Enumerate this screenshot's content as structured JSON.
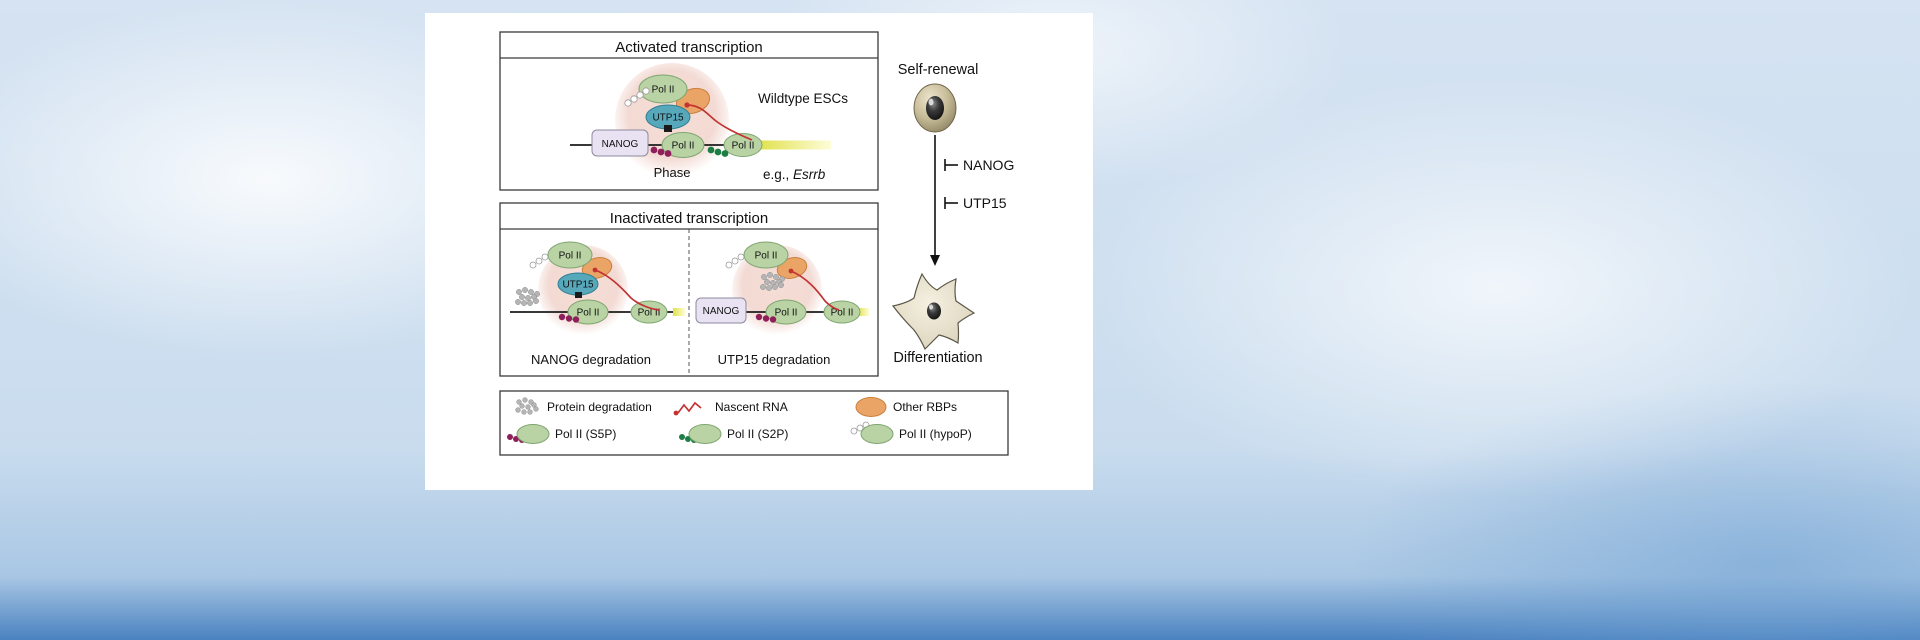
{
  "activated": {
    "title": "Activated transcription",
    "wildtype_label": "Wildtype ESCs",
    "phase_label": "Phase",
    "example_prefix": "e.g., ",
    "example_gene": "Esrrb",
    "pol2_top": "Pol II",
    "utp15": "UTP15",
    "nanog": "NANOG",
    "pol2_gene_left": "Pol II",
    "pol2_gene_right": "Pol II"
  },
  "inactivated": {
    "title": "Inactivated transcription",
    "nanog_deg": {
      "caption": "NANOG degradation",
      "pol2_top": "Pol II",
      "utp15": "UTP15",
      "pol2_gene_left": "Pol II",
      "pol2_gene_right": "Pol II"
    },
    "utp15_deg": {
      "caption": "UTP15 degradation",
      "pol2_top": "Pol II",
      "nanog": "NANOG",
      "pol2_gene_left": "Pol II",
      "pol2_gene_right": "Pol II"
    }
  },
  "legend": {
    "items": [
      {
        "icon": "protein-degradation-icon",
        "label": "Protein degradation"
      },
      {
        "icon": "nascent-rna-icon",
        "label": "Nascent RNA"
      },
      {
        "icon": "other-rbps-icon",
        "label": "Other RBPs"
      },
      {
        "icon": "pol2-s5p-icon",
        "label": "Pol II (S5P)"
      },
      {
        "icon": "pol2-s2p-icon",
        "label": "Pol II (S2P)"
      },
      {
        "icon": "pol2-hypop-icon",
        "label": "Pol II (hypoP)"
      }
    ]
  },
  "pathway": {
    "self_renewal": "Self-renewal",
    "inhibitor_1": "NANOG",
    "inhibitor_2": "UTP15",
    "differentiation": "Differentiation"
  },
  "colors": {
    "pol2_green": "#b9d3a4",
    "utp15_teal": "#58a8bb",
    "rbp_orange": "#eaa465",
    "nanog_lavender": "#e8e2f2",
    "condensate_pink": "#f1d4cc",
    "s5p_dot": "#8e1f5a",
    "s2p_dot": "#1e7d44",
    "nascent_rna_red": "#c23333",
    "active_gene_yellow": "#e0e048",
    "background_blue": "#c8dbee"
  }
}
